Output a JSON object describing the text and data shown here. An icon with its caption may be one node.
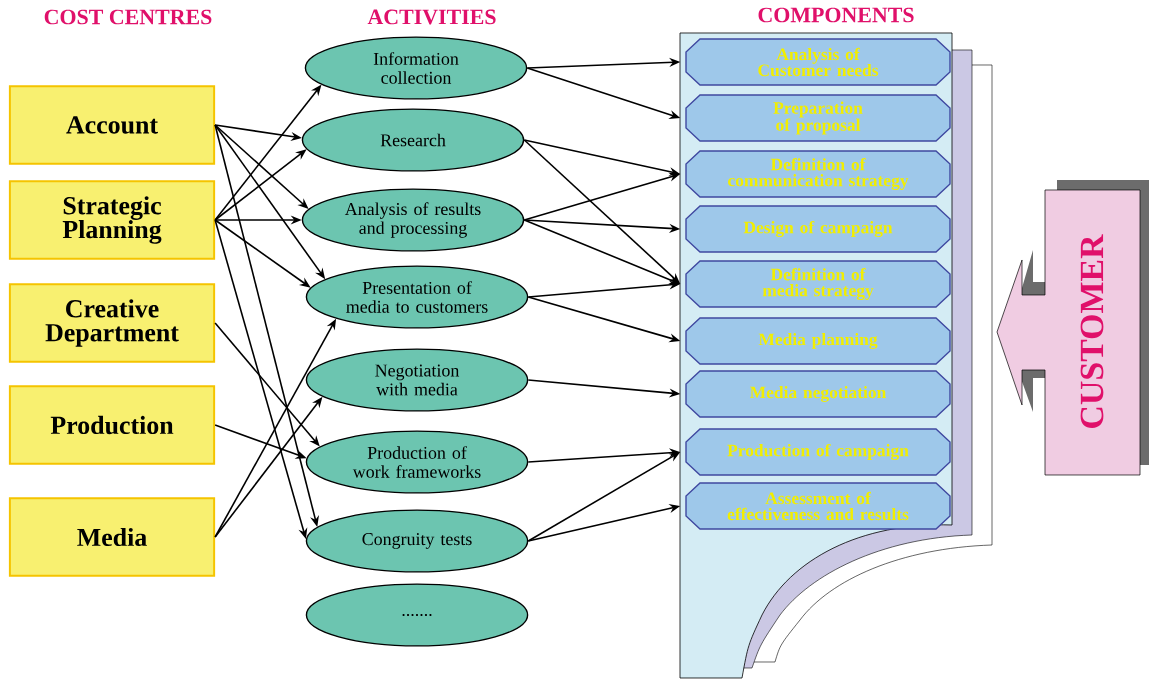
{
  "diagram": {
    "nodes": [
      {
        "text": [
          "Account"
        ]
      },
      {
        "text": [
          "Strategic Planning"
        ]
      },
      {
        "text": [
          "Creative Department"
        ]
      },
      {
        "text": [
          "Production"
        ]
      },
      {
        "text": [
          "Media"
        ]
      },
      {
        "text": [
          "Information collection"
        ]
      },
      {
        "text": [
          "Research"
        ]
      },
      {
        "text": [
          "Analysis of results and processing"
        ]
      },
      {
        "text": [
          "Presentation of media to customers"
        ]
      },
      {
        "text": [
          "Negotiation with media"
        ]
      },
      {
        "text": [
          "Production of work frameworks"
        ]
      },
      {
        "text": [
          "Congruity tests"
        ]
      },
      {
        "text": [
          "......."
        ]
      },
      {
        "text": [],
        "shape": "box"
      },
      {
        "text": [
          "Analysis of Customer needs"
        ],
        "in": 13
      },
      {
        "text": [
          "Preparation of proposal"
        ],
        "in": 13
      },
      {
        "text": [
          "Definition of communication strategy"
        ],
        "in": 13
      },
      {
        "text": [
          "Design of campaign"
        ],
        "in": 13
      },
      {
        "text": [
          "Definition of media strategy"
        ],
        "in": 13
      },
      {
        "text": [
          "Media planning"
        ],
        "in": 13
      },
      {
        "text": [
          "Media negotiation"
        ],
        "in": 13
      },
      {
        "text": [
          "Production of campaign"
        ],
        "in": 13
      },
      {
        "text": [
          "Assessment of effectiveness and results"
        ],
        "in": 13
      },
      {
        "text": [
          "CUSTOMER"
        ]
      }
    ],
    "edges": [
      {
        "from": 0,
        "to": 6,
        "arrow": "to"
      },
      {
        "from": 0,
        "to": 7,
        "arrow": "to"
      },
      {
        "from": 0,
        "to": 8,
        "arrow": "to"
      },
      {
        "from": 0,
        "to": 11,
        "arrow": "to"
      },
      {
        "from": 1,
        "to": 5,
        "arrow": "to"
      },
      {
        "from": 1,
        "to": 6,
        "arrow": "to"
      },
      {
        "from": 1,
        "to": 7,
        "arrow": "to"
      },
      {
        "from": 1,
        "to": 8,
        "arrow": "to"
      },
      {
        "from": 1,
        "to": 11,
        "arrow": "to"
      },
      {
        "from": 2,
        "to": 10,
        "arrow": "to"
      },
      {
        "from": 3,
        "to": 10,
        "arrow": "to"
      },
      {
        "from": 4,
        "to": 8,
        "arrow": "to"
      },
      {
        "from": 4,
        "to": 9,
        "arrow": "to"
      },
      {
        "from": 5,
        "to": 14,
        "arrow": "to"
      },
      {
        "from": 5,
        "to": 15,
        "arrow": "to"
      },
      {
        "from": 6,
        "to": 16,
        "arrow": "to"
      },
      {
        "from": 6,
        "to": 18,
        "arrow": "to"
      },
      {
        "from": 7,
        "to": 16,
        "arrow": "to"
      },
      {
        "from": 7,
        "to": 17,
        "arrow": "to"
      },
      {
        "from": 7,
        "to": 18,
        "arrow": "to"
      },
      {
        "from": 8,
        "to": 18,
        "arrow": "to"
      },
      {
        "from": 8,
        "to": 19,
        "arrow": "to"
      },
      {
        "from": 9,
        "to": 20,
        "arrow": "to"
      },
      {
        "from": 10,
        "to": 21,
        "arrow": "to"
      },
      {
        "from": 11,
        "to": 21,
        "arrow": "to"
      },
      {
        "from": 11,
        "to": 22,
        "arrow": "to"
      }
    ],
    "labels": [
      "COST CENTRES",
      "ACTIVITIES",
      "COMPONENTS"
    ]
  }
}
